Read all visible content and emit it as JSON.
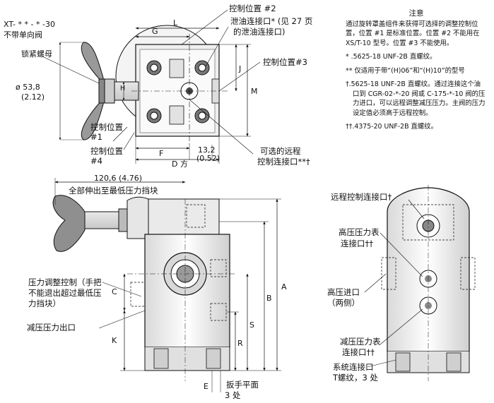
{
  "top_left": {
    "model": "XT- * * - * -30",
    "desc": "不带单向阀",
    "lock_nut": "锁紧螺母",
    "dia_metric": "ø 53,8",
    "dia_inch": "(2.12)"
  },
  "top_view": {
    "label_L": "L",
    "label_G": "G",
    "label_H": "H",
    "label_J": "J",
    "label_M": "M",
    "label_F": "F",
    "label_D": "D 方",
    "dim_13_2": "13,2",
    "dim_0_52": "(0.52)",
    "ctrl2": "控制位置 #2",
    "drain_1": "泄油连接口* (见 27 页",
    "drain_2": "的泄油连接口)",
    "ctrl3": "控制位置#3",
    "ctrl1_a": "控制位置",
    "ctrl1_b": "#1",
    "ctrl4_a": "控制位置",
    "ctrl4_b": "#4",
    "remote_a": "可选的远程",
    "remote_b": "控制连接口**†"
  },
  "notes": {
    "title": "注意",
    "p1": "通过旋转罩盖组件来获得可选择的调整控制位置，位置 #1 是标准位置。位置 #2 不能用在 XS/T-10 型号。位置 #3 不能使用。",
    "n1": "* .5625-18 UNF-2B 直螺纹。",
    "n2": "** 仅适用于带“(H)06”和“(H)10”的型号",
    "n3": "†.5625-18 UNF-2B 直螺纹。通过连接这个油口到 CGR-02-*-20 阀或 C-175-*-10 阀的压力进口，可以远程调整减压压力。主阀的压力设定值必须高于远程控制。",
    "n4": "††.4375-20 UNF-2B 直螺纹。"
  },
  "front_view": {
    "dim_120": "120,6 (4.76)",
    "full_extend": "全部伸出至最低压力挡块",
    "adj_1": "压力调整控制（手把",
    "adj_2": "不能退出超过最低压",
    "adj_3": "力挡块）",
    "label_C": "C",
    "label_K": "K",
    "reduced_out": "减压压力出口",
    "label_A": "A",
    "label_B": "B",
    "label_S": "S",
    "label_R": "R",
    "label_E": "E",
    "wrench": "扳手平面",
    "wrench_n": "3 处"
  },
  "side_view": {
    "remote": "远程控制连接口†",
    "hp_gauge_a": "高压压力表",
    "hp_gauge_b": "连接口††",
    "hp_in_a": "高压进口",
    "hp_in_b": "（两侧）",
    "rp_gauge_a": "减压压力表",
    "rp_gauge_b": "连接口††",
    "sys_a": "系统连接口",
    "sys_b": "T螺纹，3 处"
  }
}
